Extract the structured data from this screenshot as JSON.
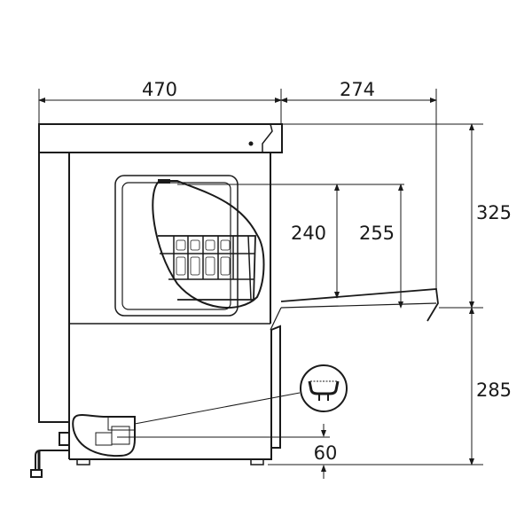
{
  "drawing": {
    "title": "Dishwasher side elevation with dimensions",
    "units": "mm",
    "dimensions": {
      "depth_body": "470",
      "door_open_extension": "274",
      "height_to_door": "325",
      "basket_clearance_inner": "240",
      "basket_clearance_outer": "255",
      "height_below_door": "285",
      "drain_height": "60"
    },
    "line_color": "#1a1a1a",
    "background": "#ffffff"
  }
}
